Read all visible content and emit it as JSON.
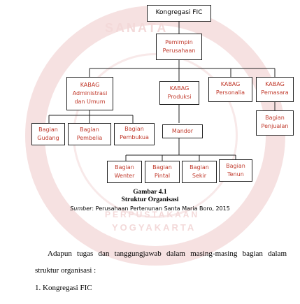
{
  "org_chart": {
    "top": "Kongregasi FIC",
    "pemimpin": [
      "Pemimpin",
      "Perusahaan"
    ],
    "kabag_adm": [
      "KABAG",
      "Administrasi",
      "dan Umum"
    ],
    "kabag_prod": [
      "KABAG",
      "Produksi"
    ],
    "kabag_pers": [
      "KABAG",
      "Personalia"
    ],
    "kabag_pem": [
      "KABAG",
      "Pemasara"
    ],
    "bagian_penjualan": [
      "Bagian",
      "Penjualan"
    ],
    "bagian_gudang": [
      "Bagian",
      "Gudang"
    ],
    "bagian_pembelia": [
      "Bagian",
      "Pembelia"
    ],
    "bagian_pembukua": [
      "Bagian",
      "Pembukua"
    ],
    "mandor": "Mandor",
    "bagian_wenter": [
      "Bagian",
      "Wenter"
    ],
    "bagian_pintal": [
      "Bagian",
      "Pintal"
    ],
    "bagian_sekir": [
      "Bagian",
      "Sekir"
    ],
    "bagian_tenun": [
      "Bagian",
      "Tenun"
    ]
  },
  "caption": {
    "figure": "Gambar 4.1",
    "title": "Struktur Organisasi",
    "source_label": "Sumber",
    "source_text": ": Perusahaan Pertenunan Santa Maria Boro, 2015"
  },
  "body": {
    "paragraph_line1": "Adapun tugas dan tanggungjawab dalam masing-masing bagian dalam",
    "paragraph_line2": "struktur organisasi :",
    "list_item1": "1.  Kongregasi FIC"
  },
  "watermark": {
    "line1": "PERPUSTAKAAN",
    "line2": "YOGYAKARTA",
    "word": "SANATA DHARMA"
  }
}
